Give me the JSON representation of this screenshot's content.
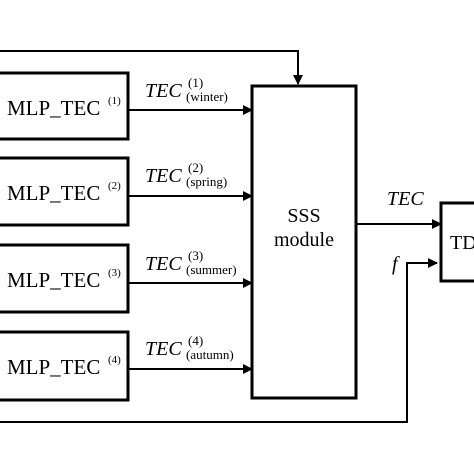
{
  "modules": [
    {
      "name": "MLP_TEC",
      "index": "(1)"
    },
    {
      "name": "MLP_TEC",
      "index": "(2)"
    },
    {
      "name": "MLP_TEC",
      "index": "(3)"
    },
    {
      "name": "MLP_TEC",
      "index": "(4)"
    }
  ],
  "outputs": [
    {
      "symbol": "TEC",
      "index": "(1)",
      "season": "(winter)"
    },
    {
      "symbol": "TEC",
      "index": "(2)",
      "season": "(spring)"
    },
    {
      "symbol": "TEC",
      "index": "(3)",
      "season": "(summer)"
    },
    {
      "symbol": "TEC",
      "index": "(4)",
      "season": "(autumn)"
    }
  ],
  "sss": {
    "line1": "SSS",
    "line2": "module"
  },
  "sss_output": {
    "symbol": "TEC"
  },
  "frequency": {
    "symbol": "f"
  },
  "td_box": {
    "label": "TD"
  }
}
